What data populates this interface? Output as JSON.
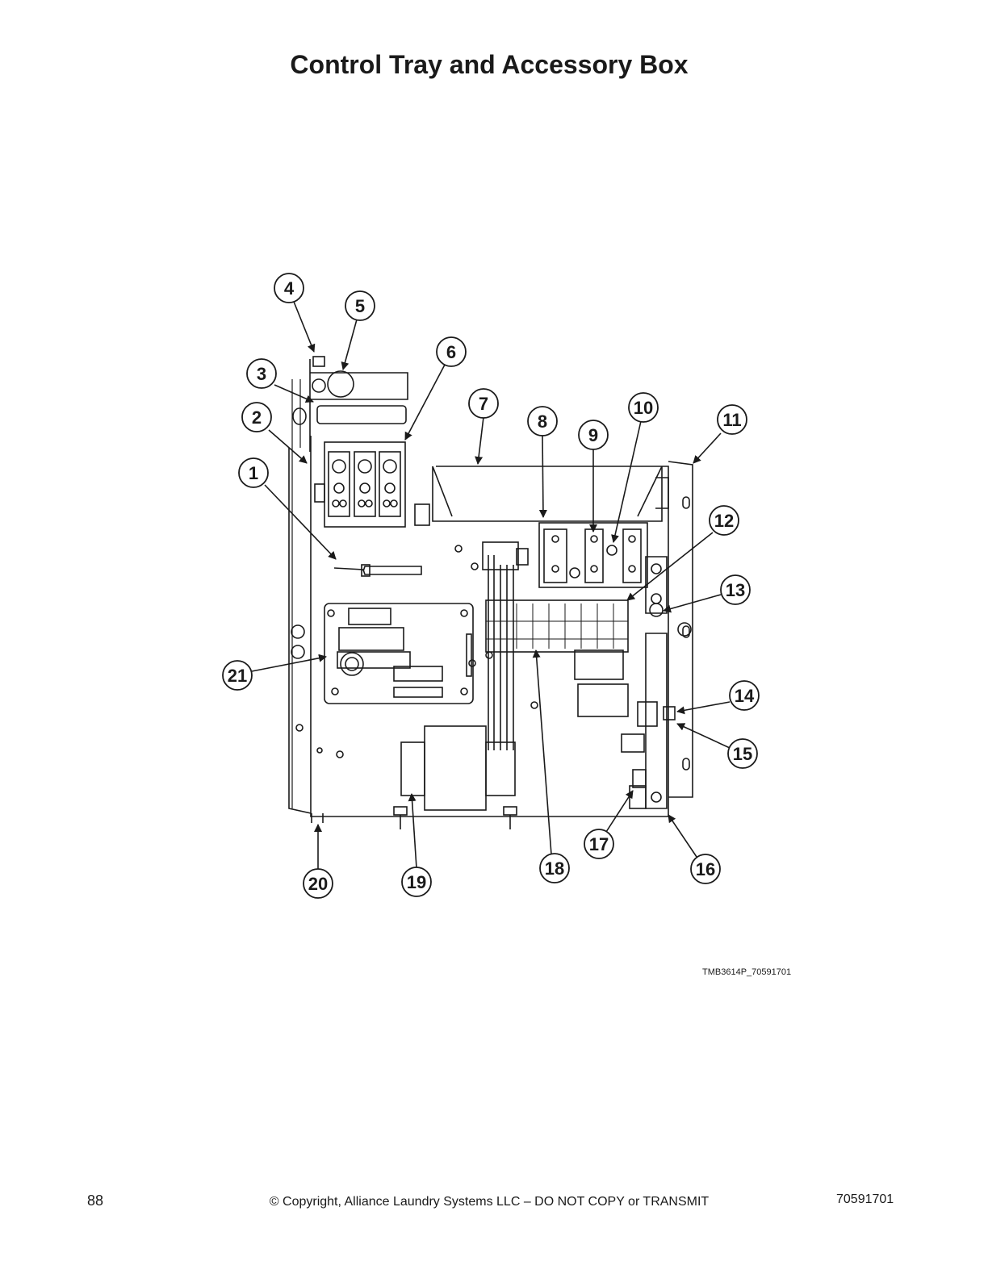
{
  "page": {
    "title": "Control Tray and Accessory Box",
    "figure_id": "TMB3614P_70591701",
    "page_number": "88",
    "copyright": "© Copyright, Alliance Laundry Systems LLC – DO NOT COPY or TRANSMIT",
    "doc_number": "70591701"
  },
  "callouts": [
    {
      "n": "1"
    },
    {
      "n": "2"
    },
    {
      "n": "3"
    },
    {
      "n": "4"
    },
    {
      "n": "5"
    },
    {
      "n": "6"
    },
    {
      "n": "7"
    },
    {
      "n": "8"
    },
    {
      "n": "9"
    },
    {
      "n": "10"
    },
    {
      "n": "11"
    },
    {
      "n": "12"
    },
    {
      "n": "13"
    },
    {
      "n": "14"
    },
    {
      "n": "15"
    },
    {
      "n": "16"
    },
    {
      "n": "17"
    },
    {
      "n": "18"
    },
    {
      "n": "19"
    },
    {
      "n": "20"
    },
    {
      "n": "21"
    }
  ]
}
